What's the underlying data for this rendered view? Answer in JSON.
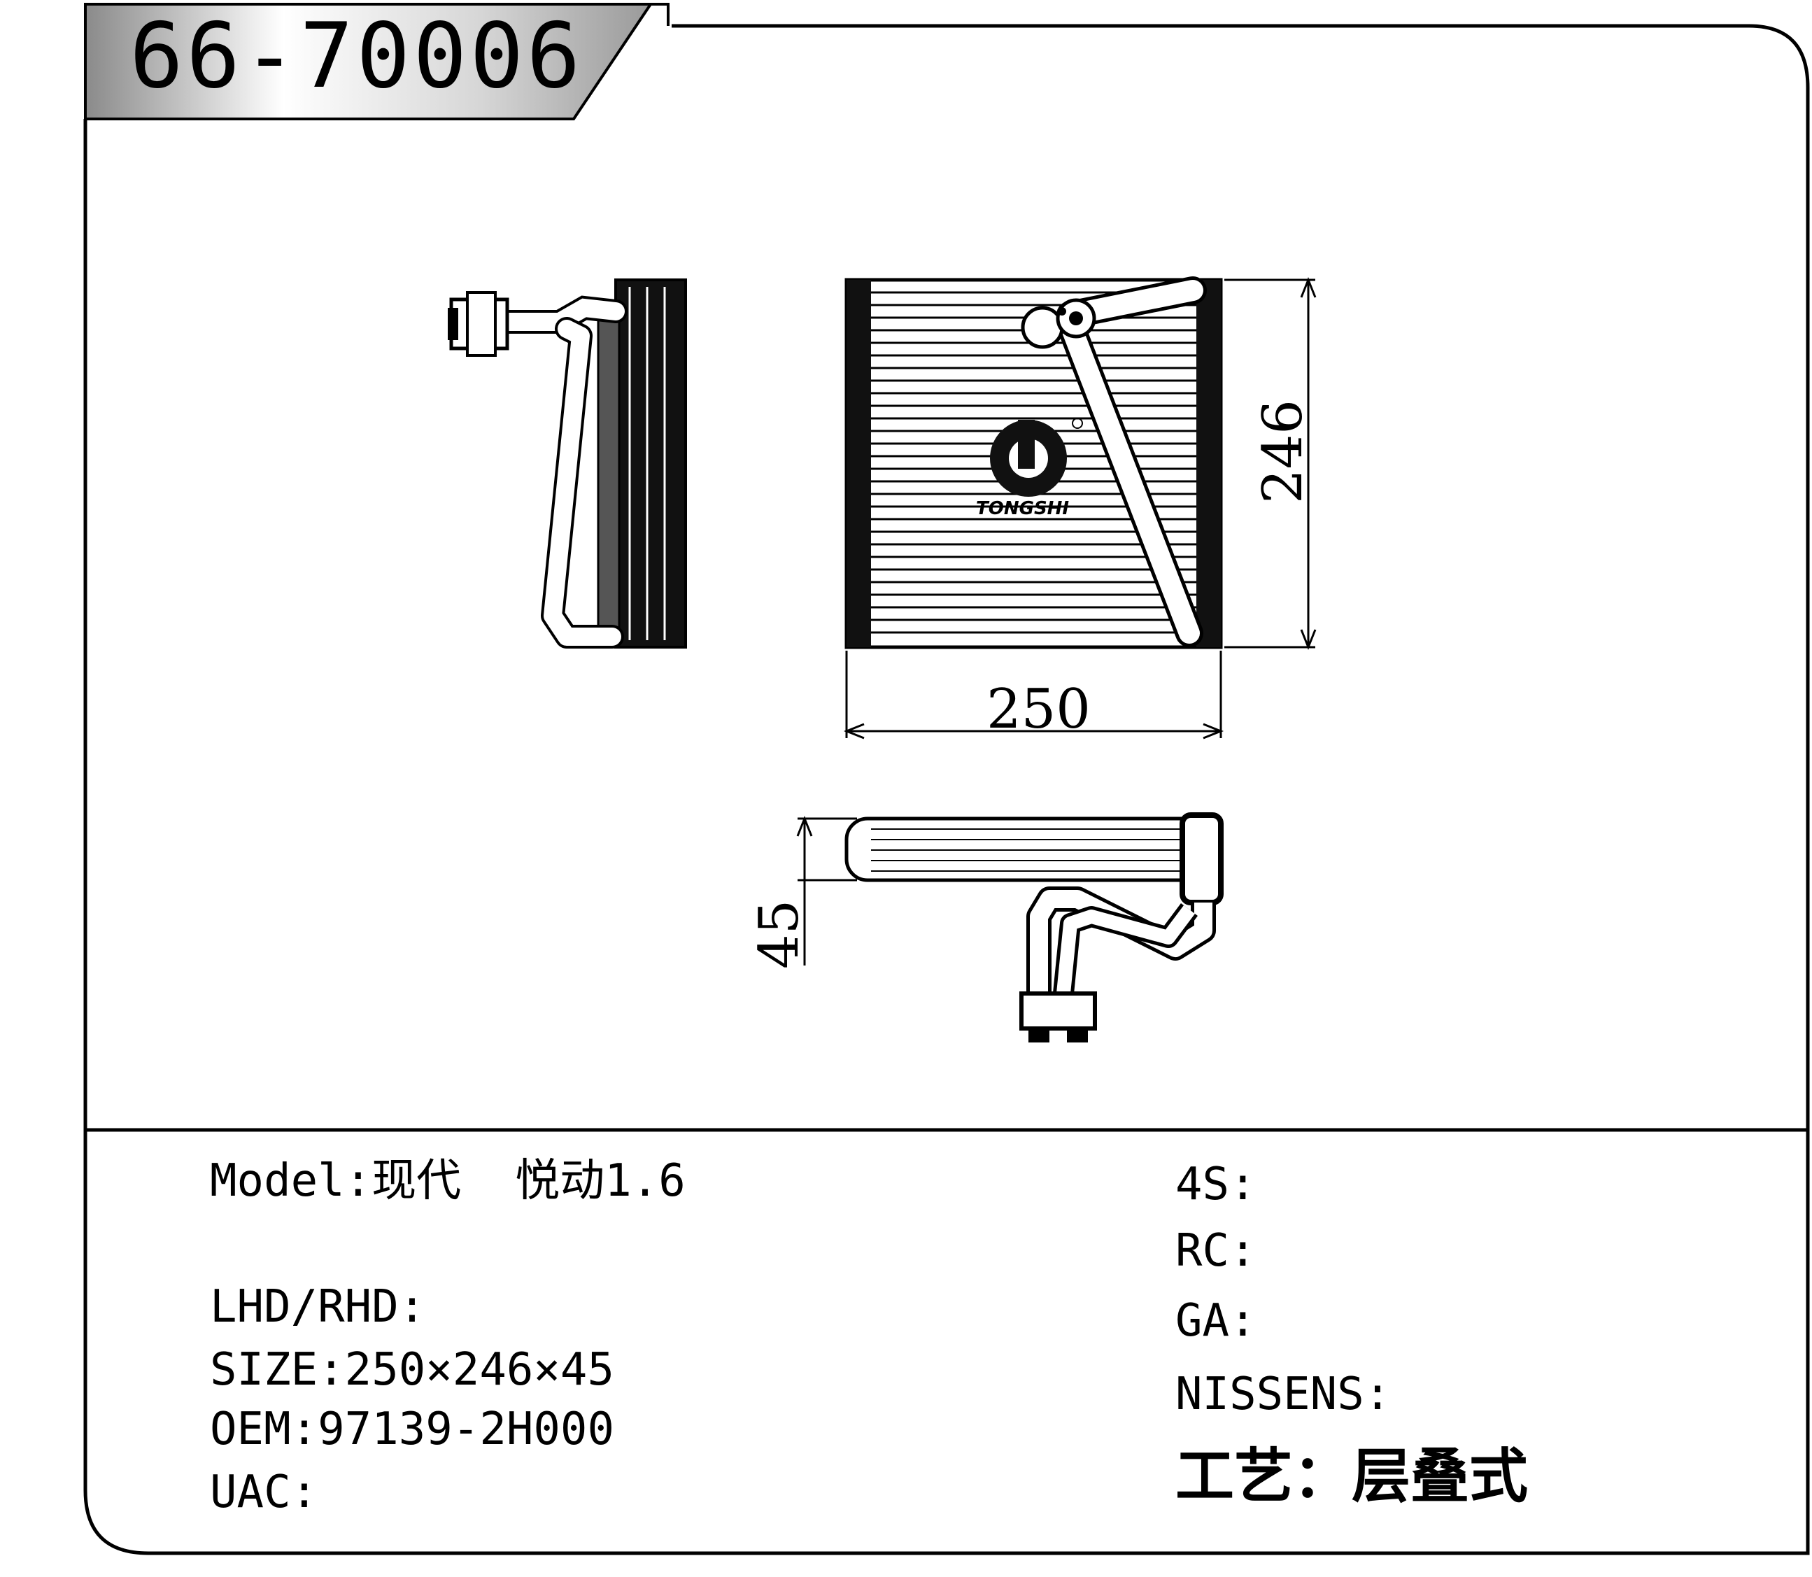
{
  "part_number": "66-70006",
  "drawing": {
    "dimension_width": "250",
    "dimension_height": "246",
    "dimension_depth": "45",
    "logo_text": "TONGSHI"
  },
  "specs_left": {
    "model": "Model:现代  悦动1.6",
    "lhd_rhd": "LHD/RHD:",
    "size": "SIZE:250×246×45",
    "oem": "OEM:97139-2H000",
    "uac": "UAC:"
  },
  "specs_right": {
    "fours": "4S:",
    "rc": "RC:",
    "ga": "GA:",
    "nissens": "NISSENS:",
    "process": "工艺：层叠式"
  }
}
